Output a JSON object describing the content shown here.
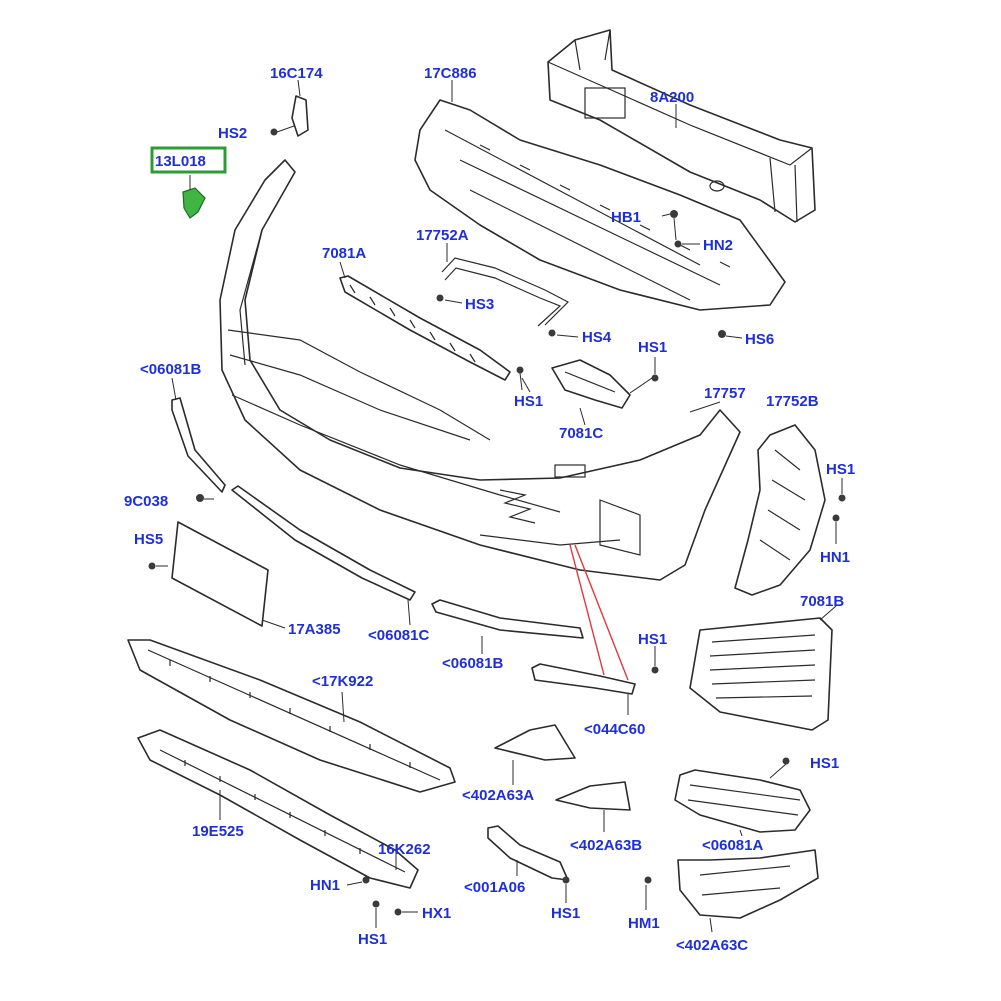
{
  "labels": {
    "l_16c174": "16C174",
    "l_17c886": "17C886",
    "l_8a200": "8A200",
    "l_hs2": "HS2",
    "l_13l018": "13L018",
    "l_hb1": "HB1",
    "l_hn2": "HN2",
    "l_7081a": "7081A",
    "l_17752a": "17752A",
    "l_hs3": "HS3",
    "l_hs4": "HS4",
    "l_hs6": "HS6",
    "l_hs1_a": "HS1",
    "l_hs1_b": "HS1",
    "l_7081c": "7081C",
    "l_06081b_top": "<06081B",
    "l_17757": "17757",
    "l_17752b": "17752B",
    "l_hs1_c": "HS1",
    "l_hn1_a": "HN1",
    "l_9c038": "9C038",
    "l_hs5": "HS5",
    "l_7081b": "7081B",
    "l_17a385": "17A385",
    "l_06081c": "<06081C",
    "l_06081b_bot": "<06081B",
    "l_hs1_d": "HS1",
    "l_17k922": "<17K922",
    "l_044c60": "<044C60",
    "l_402a63a": "<402A63A",
    "l_hs1_e": "HS1",
    "l_19e525": "19E525",
    "l_402a63b": "<402A63B",
    "l_06081a": "<06081A",
    "l_16k262": "16K262",
    "l_hn1_b": "HN1",
    "l_001a06": "<001A06",
    "l_hs1_f": "HS1",
    "l_hx1": "HX1",
    "l_hm1": "HM1",
    "l_hs1_g": "HS1",
    "l_402a63c": "<402A63C"
  },
  "colors": {
    "label": "#1f2fd8",
    "highlight": "#3fb544",
    "leader_red": "#e0393b"
  }
}
